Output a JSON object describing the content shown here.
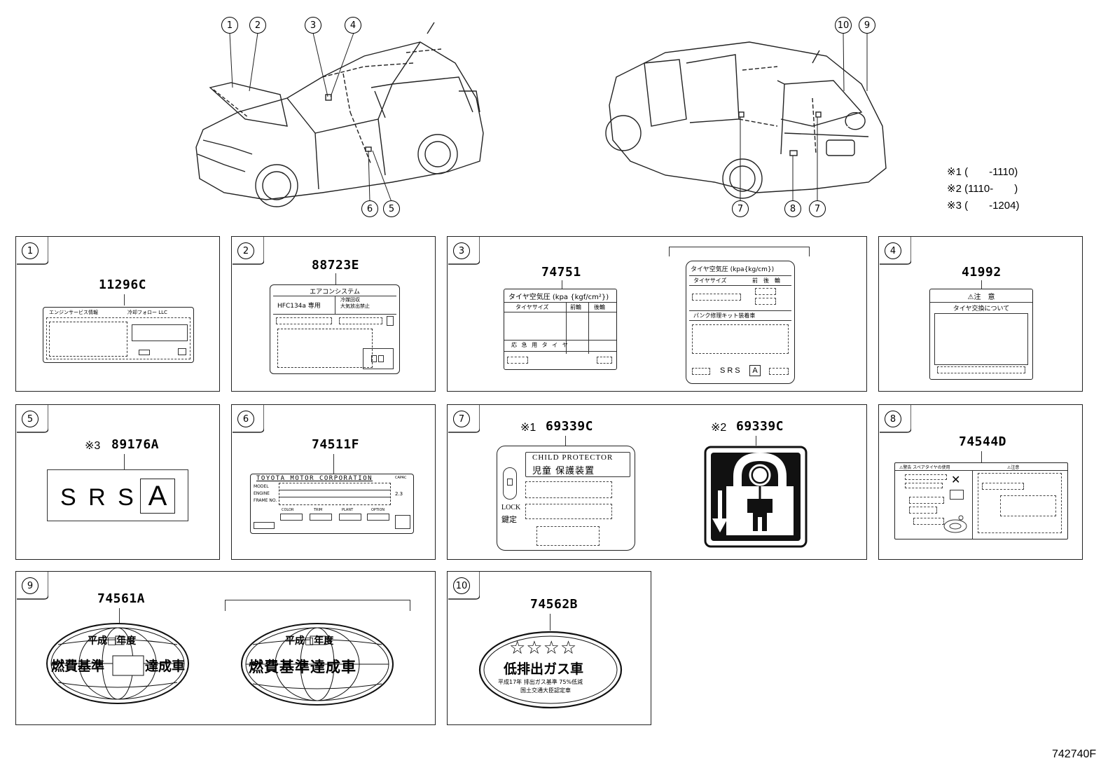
{
  "callouts": {
    "front": [
      "1",
      "2",
      "3",
      "4",
      "6",
      "5"
    ],
    "rear": [
      "10",
      "9",
      "7",
      "8",
      "7"
    ]
  },
  "notes": [
    "※1 (　　-1110)",
    "※2 (1110-　　)",
    "※3 (　　-1204)"
  ],
  "panels": [
    {
      "n": "1",
      "part": "11296C",
      "lines": [
        "エンジンサービス情報",
        "冷却フォロー LLC"
      ]
    },
    {
      "n": "2",
      "part": "88723E",
      "title": "エアコンシステム",
      "cells": [
        "HFC134a 専用",
        "冷媒回収\n大気放出禁止"
      ]
    },
    {
      "n": "3",
      "part": "74751",
      "title": "タイヤ空気圧 (kpa {kgf/cm²})",
      "cols": [
        "タイヤサイズ",
        "前輪",
        "後輪"
      ],
      "foot": "応 急 用 タ イ ヤ",
      "alt_title": "タイヤ空気圧 (kpa{kg/cm})",
      "alt_cols": [
        "タイヤサイズ",
        "前　後　輪"
      ],
      "alt_mid": "パンク修理キット装着車",
      "alt_srs": "SRS",
      "alt_srs_a": "A"
    },
    {
      "n": "4",
      "part": "41992",
      "title": "⚠注　意",
      "sub": "タイヤ交換について"
    },
    {
      "n": "5",
      "part": "89176A",
      "prefix": "※3",
      "srs": "S R S",
      "a": "A"
    },
    {
      "n": "6",
      "part": "74511F",
      "corp": "TOYOTA MOTOR CORPORATION",
      "rows": [
        "MODEL",
        "ENGINE",
        "FRAME NO."
      ],
      "bottom": [
        "COLOR",
        "TRIM",
        "PLANT",
        "OPTION"
      ],
      "side": "CAPAC",
      "side2": "2.3"
    },
    {
      "n": "7",
      "part_a": "69339C",
      "prefix_a": "※1",
      "part_b": "69339C",
      "prefix_b": "※2",
      "cp": "CHILD PROTECTOR",
      "cp_jp": "児童 保護装置",
      "lock": "LOCK",
      "lock_jp": "鍵定"
    },
    {
      "n": "8",
      "part": "74544D",
      "h1": "⚠警告 スペアタイヤの使用",
      "h2": "⚠注意"
    },
    {
      "n": "9",
      "part": "74561A",
      "top": "平成□年度",
      "main": "燃費基準",
      "main2": "達成車",
      "top_b": "平成□年度",
      "main_b": "燃費基準達成車"
    },
    {
      "n": "10",
      "part": "74562B",
      "stars": "☆☆☆☆",
      "main": "低排出ガス車",
      "sub1": "平成17年 排出ガス基準 75%低減",
      "sub2": "国土交通大臣認定車"
    }
  ],
  "footer_code": "742740F"
}
